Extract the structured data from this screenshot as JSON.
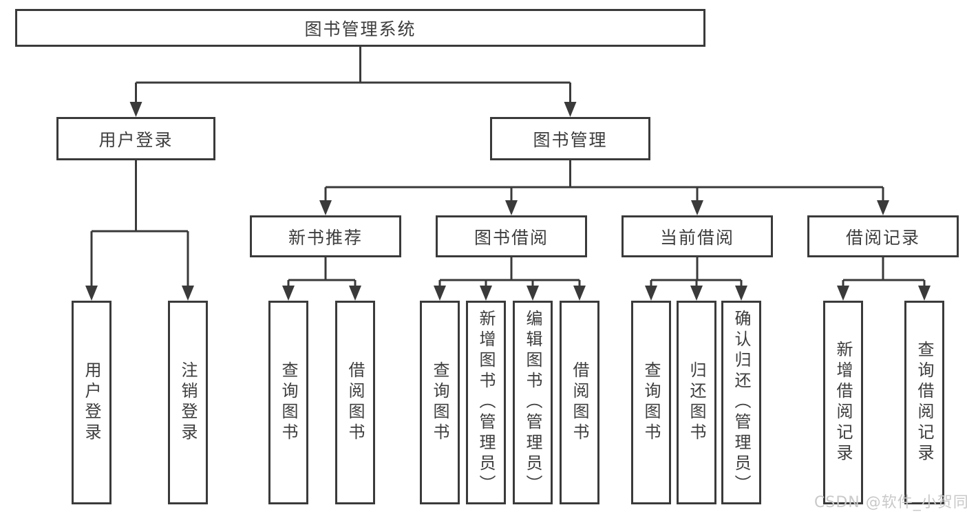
{
  "diagram": {
    "root": {
      "label": "图书管理系统"
    },
    "branches": [
      {
        "label": "用户登录",
        "children": [
          {
            "label": "用户登录"
          },
          {
            "label": "注销登录"
          }
        ]
      },
      {
        "label": "图书管理",
        "children": [
          {
            "label": "新书推荐",
            "children": [
              {
                "label": "查询图书"
              },
              {
                "label": "借阅图书"
              }
            ]
          },
          {
            "label": "图书借阅",
            "children": [
              {
                "label": "查询图书"
              },
              {
                "label": "新增图书（管理员）"
              },
              {
                "label": "编辑图书（管理员）"
              },
              {
                "label": "借阅图书"
              }
            ]
          },
          {
            "label": "当前借阅",
            "children": [
              {
                "label": "查询图书"
              },
              {
                "label": "归还图书"
              },
              {
                "label": "确认归还（管理员）"
              }
            ]
          },
          {
            "label": "借阅记录",
            "children": [
              {
                "label": "新增借阅记录"
              },
              {
                "label": "查询借阅记录"
              }
            ]
          }
        ]
      }
    ]
  },
  "watermark": {
    "text": "CSDN @软件_小贺同学"
  },
  "colors": {
    "line": "#3a3a3a",
    "text": "#3d3d3d",
    "background": "#ffffff",
    "watermark": "#c9c9c9"
  }
}
